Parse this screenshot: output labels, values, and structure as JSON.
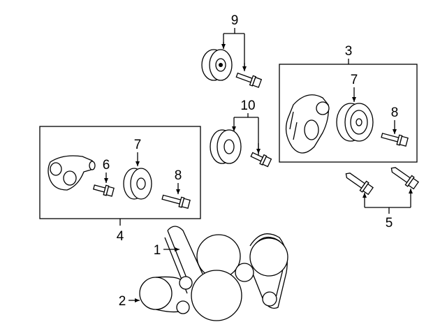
{
  "title": "Belt and pulley components diagram",
  "callouts": {
    "c9": "9",
    "c3": "3",
    "c7_top": "7",
    "c8_top": "8",
    "c10": "10",
    "c7_left": "7",
    "c6": "6",
    "c8_left": "8",
    "c4": "4",
    "c5": "5",
    "c1": "1",
    "c2": "2"
  }
}
